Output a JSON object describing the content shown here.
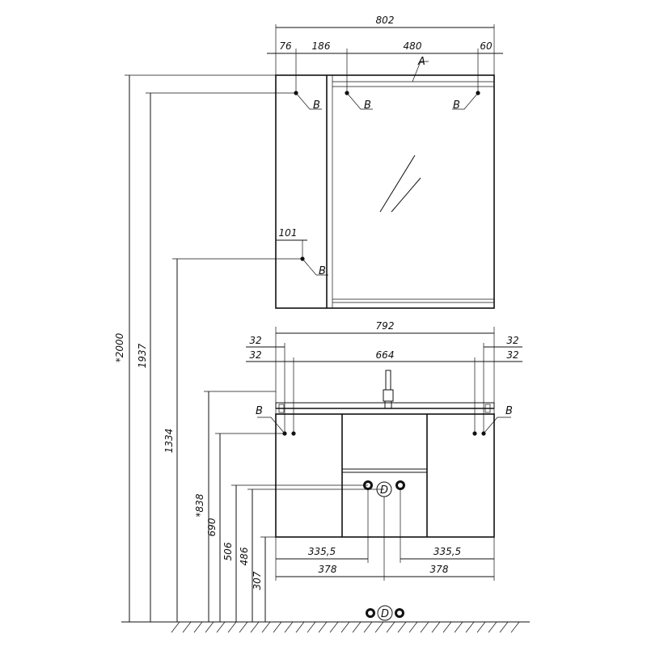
{
  "mirror_cabinet": {
    "overall_width": "802",
    "segments": [
      "76",
      "186",
      "480",
      "60"
    ],
    "side_offset": "101",
    "label_a": "A",
    "point_labels": [
      "B",
      "B",
      "B",
      "B"
    ]
  },
  "vanity": {
    "overall_width": "792",
    "inner_width": "664",
    "edge_offsets": [
      "32",
      "32",
      "32",
      "32"
    ],
    "point_labels": [
      "B",
      "B"
    ],
    "drain_label": "D",
    "half_inner": [
      "335,5",
      "335,5"
    ],
    "half_outer": [
      "378",
      "378"
    ]
  },
  "heights": [
    "*2000",
    "1937",
    "1334",
    "*838",
    "690",
    "506",
    "486",
    "307"
  ],
  "floor_symbol_label": "D"
}
